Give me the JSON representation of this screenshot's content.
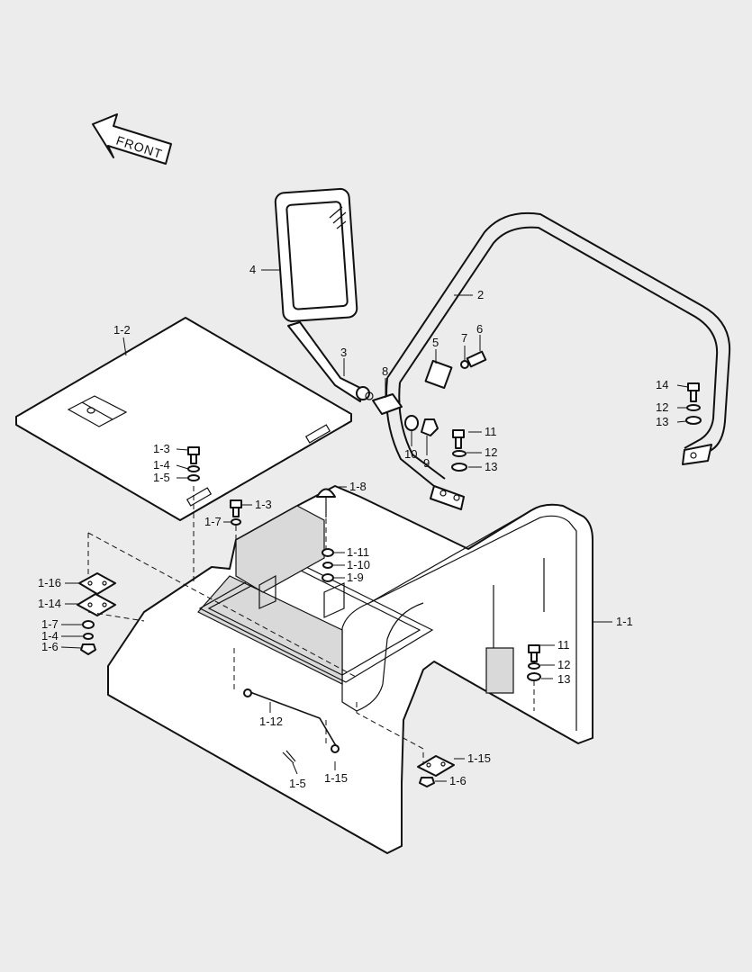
{
  "front_arrow": {
    "text": "FRONT"
  },
  "labels": {
    "p4": "4",
    "p2": "2",
    "p3": "3",
    "p5": "5",
    "p7": "7",
    "p6": "6",
    "p8": "8",
    "p10": "10",
    "p9": "9",
    "p11a": "11",
    "p12a": "12",
    "p13a": "13",
    "p14": "14",
    "p12b": "12",
    "p13b": "13",
    "p1_2": "1-2",
    "p1_3a": "1-3",
    "p1_4a": "1-4",
    "p1_5a": "1-5",
    "p1_3b": "1-3",
    "p1_7a": "1-7",
    "p1_8": "1-8",
    "p1_11": "1-11",
    "p1_10": "1-10",
    "p1_9": "1-9",
    "p1_16": "1-16",
    "p1_14": "1-14",
    "p1_7b": "1-7",
    "p1_4b": "1-4",
    "p1_6a": "1-6",
    "p1_1": "1-1",
    "p11b": "11",
    "p12c": "12",
    "p13c": "13",
    "p1_12": "1-12",
    "p1_15a": "1-15",
    "p1_6b": "1-6",
    "p1_5b": "1-5",
    "p1_15b": "1-15"
  }
}
